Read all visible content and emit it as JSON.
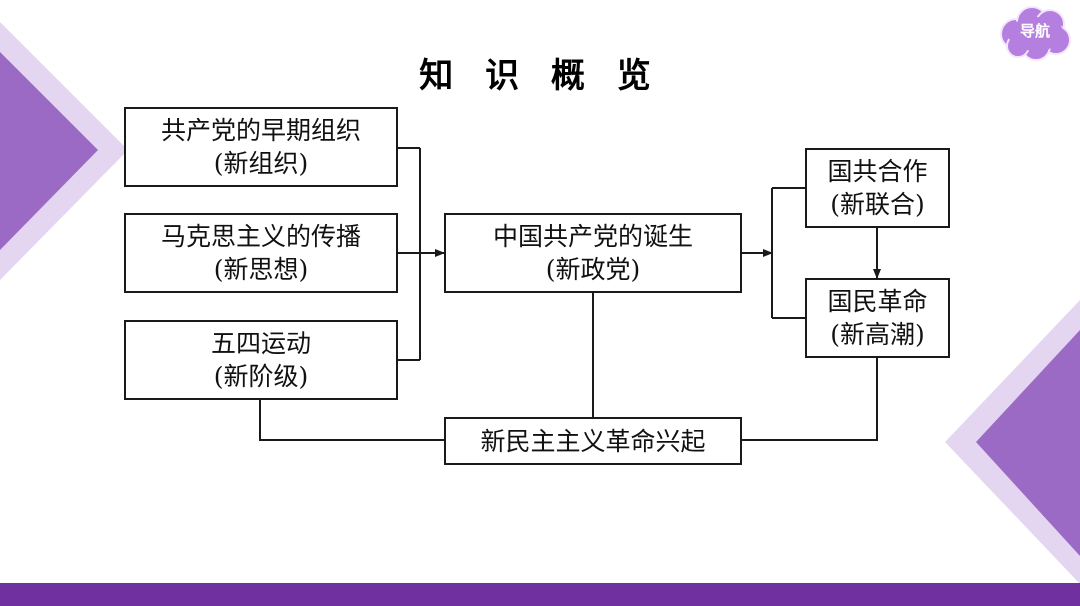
{
  "title": "知 识 概 览",
  "nav_button": {
    "label": "导航"
  },
  "colors": {
    "accent": "#7030a0",
    "deco_dark": "#8e5cb8",
    "deco_light": "#d9c8ea",
    "nav_fill": "#b57fe0"
  },
  "diagram": {
    "early_org": {
      "line1": "共产党的早期组织",
      "line2": "(新组织)"
    },
    "marxism": {
      "line1": "马克思主义的传播",
      "line2": "(新思想)"
    },
    "may_fourth": {
      "line1": "五四运动",
      "line2": "(新阶级)"
    },
    "party_birth": {
      "line1": "中国共产党的诞生",
      "line2": "(新政党)"
    },
    "cooperation": {
      "line1": "国共合作",
      "line2": "(新联合)"
    },
    "revolution": {
      "line1": "国民革命",
      "line2": "(新高潮)"
    },
    "rise": {
      "line1": "新民主主义革命兴起"
    }
  }
}
